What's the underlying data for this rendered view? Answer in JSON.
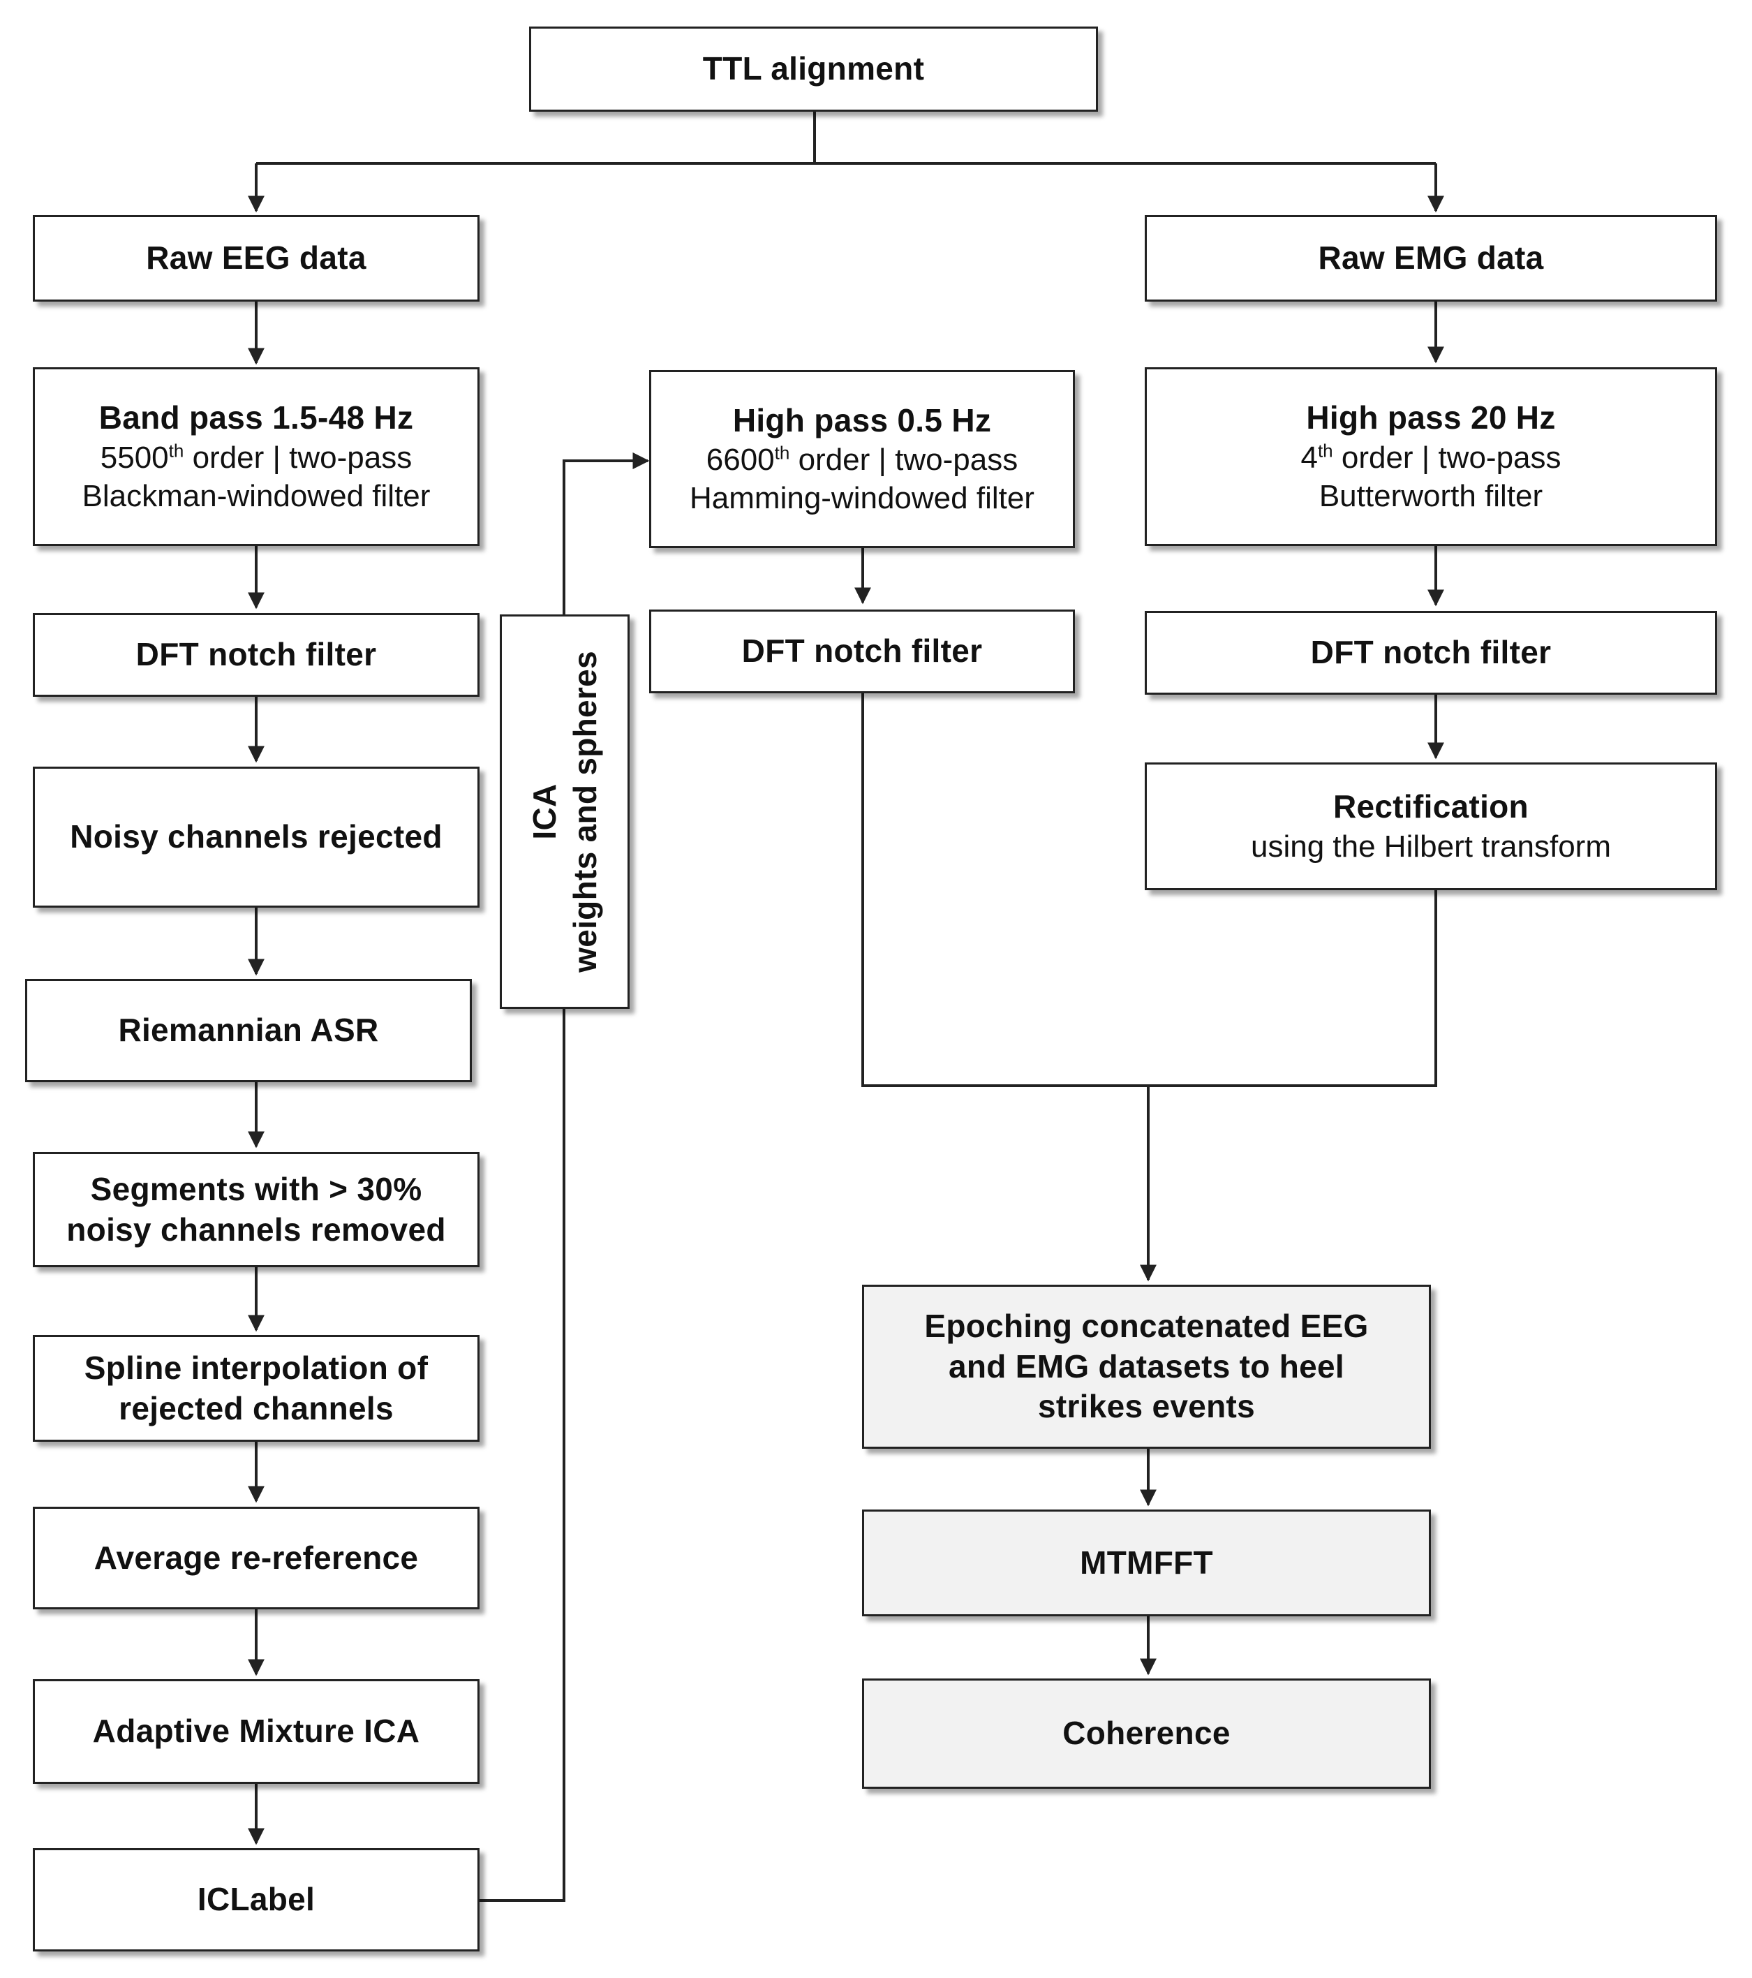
{
  "nodes": {
    "ttl": {
      "title": "TTL alignment"
    },
    "raw_eeg": {
      "title": "Raw EEG data"
    },
    "raw_emg": {
      "title": "Raw EMG data"
    },
    "bandpass": {
      "title": "Band pass 1.5-48 Hz",
      "order_num": "5500",
      "order_sup": "th",
      "order_rest": " order | two-pass",
      "filter": "Blackman-windowed filter"
    },
    "highpass05": {
      "title": "High pass 0.5 Hz",
      "order_num": "6600",
      "order_sup": "th",
      "order_rest": " order | two-pass",
      "filter": "Hamming-windowed filter"
    },
    "highpass20": {
      "title": "High pass 20 Hz",
      "order_num": "4",
      "order_sup": "th",
      "order_rest": " order | two-pass",
      "filter": "Butterworth filter"
    },
    "dft_eeg": {
      "title": "DFT notch filter"
    },
    "dft_mid": {
      "title": "DFT notch filter"
    },
    "dft_emg": {
      "title": "DFT notch filter"
    },
    "rectification": {
      "title": "Rectification",
      "subtitle": "using the Hilbert transform"
    },
    "noisy": {
      "title": "Noisy channels rejected"
    },
    "asr": {
      "title": "Riemannian ASR"
    },
    "segments": {
      "line1": "Segments with > 30%",
      "line2": "noisy channels removed"
    },
    "spline": {
      "line1": "Spline interpolation of",
      "line2": "rejected channels"
    },
    "average": {
      "title": "Average re-reference"
    },
    "amica": {
      "title": "Adaptive Mixture ICA"
    },
    "iclabel": {
      "title": "ICLabel"
    },
    "ica_weights": {
      "line1": "ICA",
      "line2": "weights and spheres"
    },
    "epoching": {
      "line1": "Epoching concatenated EEG",
      "line2": "and EMG datasets to heel",
      "line3": "strikes events"
    },
    "mtmfft": {
      "title": "MTMFFT"
    },
    "coherence": {
      "title": "Coherence"
    }
  }
}
